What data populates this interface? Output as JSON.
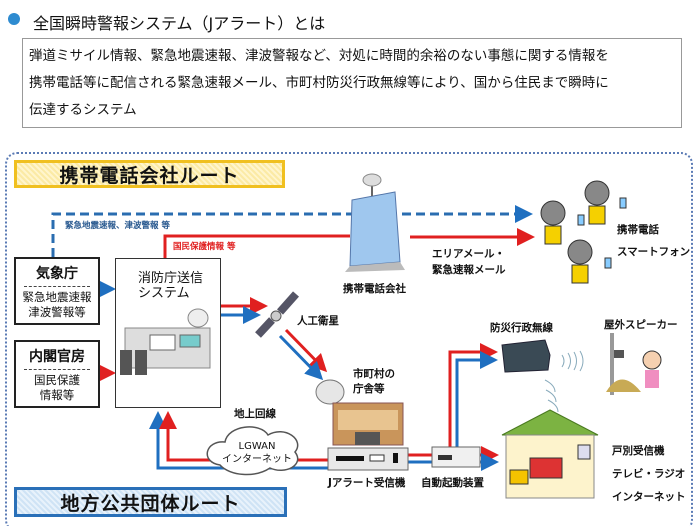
{
  "header": {
    "title": "全国瞬時警報システム（Jアラート）とは"
  },
  "description": {
    "lines": [
      "弾道ミサイル情報、緊急地震速報、津波警報など、対処に時間的余裕のない事態に関する情報を",
      "携帯電話等に配信される緊急速報メール、市町村防災行政無線等により、国から住民まで瞬時に",
      "伝達するシステム"
    ]
  },
  "routes": {
    "mobile": "携帯電話会社ルート",
    "local": "地方公共団体ルート"
  },
  "sources": {
    "jma": {
      "title": "気象庁",
      "body": [
        "緊急地震速報",
        "津波警報等"
      ]
    },
    "cabinet": {
      "title": "内閣官房",
      "body": [
        "国民保護",
        "情報等"
      ]
    }
  },
  "fdma": {
    "lines": [
      "消防庁送信",
      "システム"
    ]
  },
  "labels": {
    "eew_tsunami": "緊急地震速報、津波警報 等",
    "civil_protection": "国民保護情報 等",
    "satellite": "人工衛星",
    "carrier": "携帯電話会社",
    "area_mail": [
      "エリアメール・",
      "緊急速報メール"
    ],
    "phones": [
      "携帯電話",
      "スマートフォン"
    ],
    "municipal": [
      "市町村の",
      "庁舎等"
    ],
    "ground_line": "地上回線",
    "cloud": [
      "LGWAN",
      "インターネット"
    ],
    "receiver": "Jアラート受信機",
    "auto_start": "自動起動装置",
    "radio": "防災行政無線",
    "speaker": "屋外スピーカー",
    "household": [
      "戸別受信機",
      "テレビ・ラジオ",
      "インターネット"
    ]
  },
  "colors": {
    "red": "#e02020",
    "blue": "#1f6fc0",
    "dashed_blue": "#2a6db0",
    "banner_yellow": "#f0c020",
    "banner_blue": "#2a70b8",
    "bullet": "#2e8bd0"
  }
}
